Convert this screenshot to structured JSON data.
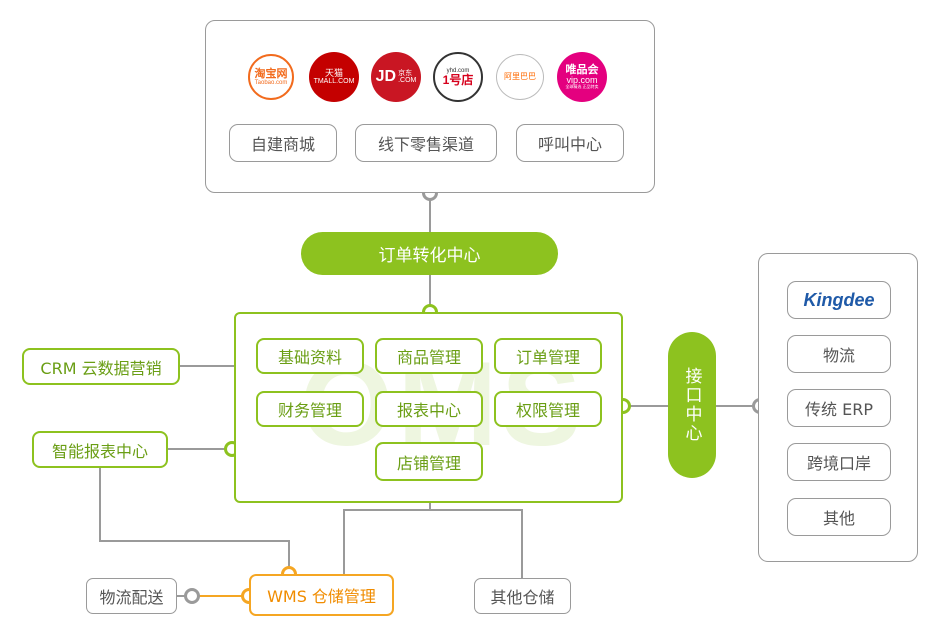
{
  "channels": {
    "logos": [
      {
        "name": "taobao",
        "line1": "淘宝网",
        "line2": "Taobao.com"
      },
      {
        "name": "tmall",
        "line1": "天猫",
        "line2": "TMALL.COM"
      },
      {
        "name": "jd",
        "line1": "JD",
        "line2": "京东",
        "line3": ".COM"
      },
      {
        "name": "yhd",
        "line1": "1号店",
        "line2": "yhd.com"
      },
      {
        "name": "alibaba",
        "line1": "阿里巴巴"
      },
      {
        "name": "vip",
        "line1": "唯品会",
        "line2": "vip.com",
        "line3": "全球精选 正品特卖"
      }
    ],
    "buttons": [
      "自建商城",
      "线下零售渠道",
      "呼叫中心"
    ]
  },
  "order_center": "订单转化中心",
  "oms": {
    "watermark": "OMS",
    "modules": [
      "基础资料",
      "商品管理",
      "订单管理",
      "财务管理",
      "报表中心",
      "权限管理",
      "店铺管理"
    ]
  },
  "left": {
    "crm": "CRM 云数据营销",
    "report": "智能报表中心"
  },
  "interface": "接口中心",
  "right_panel": {
    "brand": "Kingdee",
    "items": [
      "物流",
      "传统 ERP",
      "跨境口岸",
      "其他"
    ]
  },
  "bottom": {
    "logistics": "物流配送",
    "wms": "WMS 仓储管理",
    "other_storage": "其他仓储"
  },
  "colors": {
    "green": "#8dc21f",
    "orange": "#f5a623",
    "grey": "#9a9a9a"
  }
}
